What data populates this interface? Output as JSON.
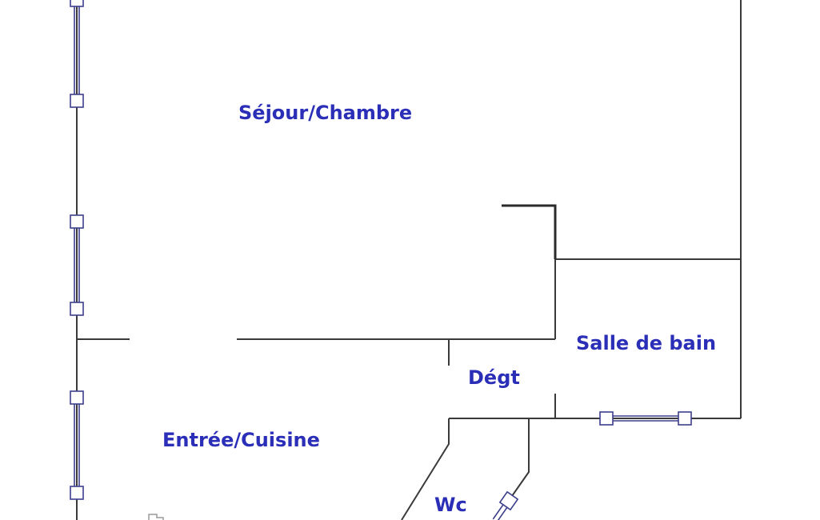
{
  "plan": {
    "rooms": [
      {
        "id": "sejour",
        "label": "Séjour/Chambre"
      },
      {
        "id": "salle-de-bain",
        "label": "Salle de bain"
      },
      {
        "id": "degt",
        "label": "Dégt"
      },
      {
        "id": "entree",
        "label": "Entrée/Cuisine"
      },
      {
        "id": "wc",
        "label": "Wc"
      }
    ],
    "colors": {
      "label": "#2b2fb8",
      "wall": "#3a3a3a",
      "window": "#3b3f8a",
      "background": "#ffffff"
    }
  }
}
